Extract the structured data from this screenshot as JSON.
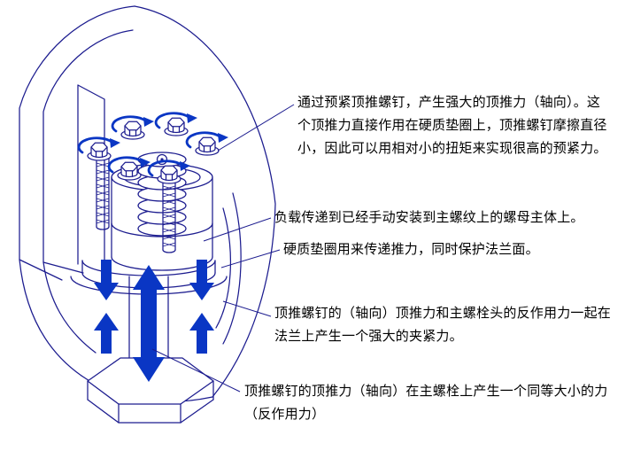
{
  "page": {
    "background": "#ffffff"
  },
  "colors": {
    "line_art": "#1c1c8f",
    "force_arrow": "#0a36c4",
    "text": "#000000"
  },
  "icons": {
    "rotation_arrow": "elliptical-arc-with-arrowhead-around-jackbolt-head",
    "thrust_down_arrow": "solid-block-arrow-down",
    "reaction_up_arrow": "solid-block-arrow-up",
    "stud_force_arrow": "solid-double-headed-vertical-block-arrow"
  },
  "annotations": {
    "preload": "通过预紧顶推螺钉，产生强大的顶推力（轴向）。这个顶推力直接作用在硬质垫圈上，顶推螺钉摩擦直径小，因此可以用相对小的扭矩来实现很高的预紧力。",
    "load_transfer": "负载传递到已经手动安装到主螺纹上的螺母主体上。",
    "washer": "硬质垫圈用来传递推力，同时保护法兰面。",
    "clamp_force": "顶推螺钉的（轴向）顶推力和主螺栓头的反作用力一起在法兰上产生一个强大的夹紧力。",
    "reaction_force": "顶推螺钉的顶推力（轴向）在主螺栓上产生一个同等大小的力（反作用力）"
  }
}
